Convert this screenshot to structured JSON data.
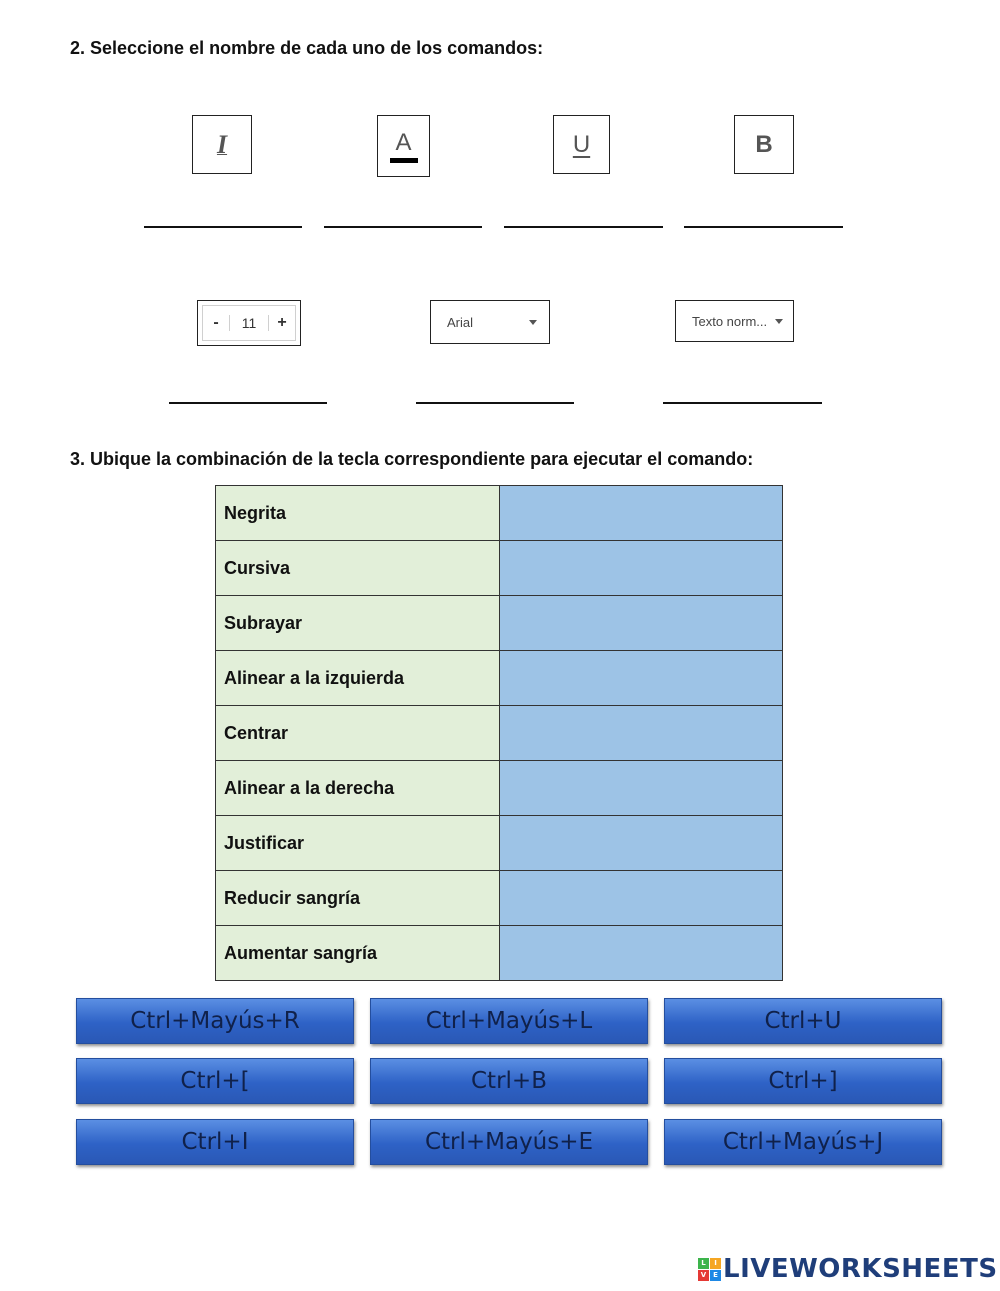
{
  "section2": {
    "title": "2. Seleccione el nombre de cada uno de los comandos:",
    "icons": [
      {
        "name": "italic-icon",
        "glyph": "I"
      },
      {
        "name": "text-color-icon",
        "glyph": "A"
      },
      {
        "name": "underline-icon",
        "glyph": "U"
      },
      {
        "name": "bold-icon",
        "glyph": "B"
      }
    ],
    "font_size": {
      "minus": "-",
      "value": "11",
      "plus": "+"
    },
    "font_family": {
      "value": "Arial"
    },
    "style": {
      "value": "Texto norm..."
    }
  },
  "section3": {
    "title": "3.  Ubique la combinación de la tecla correspondiente para ejecutar el comando:",
    "rows": [
      "Negrita",
      "Cursiva",
      "Subrayar",
      "Alinear a la izquierda",
      "Centrar",
      "Alinear a la derecha",
      "Justificar",
      "Reducir sangría",
      "Aumentar sangría"
    ],
    "options": [
      "Ctrl+Mayús+R",
      "Ctrl+Mayús+L",
      "Ctrl+U",
      "Ctrl+[",
      "Ctrl+B",
      "Ctrl+]",
      "Ctrl+I",
      "Ctrl+Mayús+E",
      "Ctrl+Mayús+J"
    ]
  },
  "footer": {
    "logo_letters": [
      "L",
      "I",
      "V",
      "E"
    ],
    "logo_text": "LIVEWORKSHEETS"
  },
  "colors": {
    "label_cell": "#e2efd9",
    "drop_cell": "#9dc3e6",
    "button": "#2e62c6",
    "logo": "#1f3e7a"
  }
}
